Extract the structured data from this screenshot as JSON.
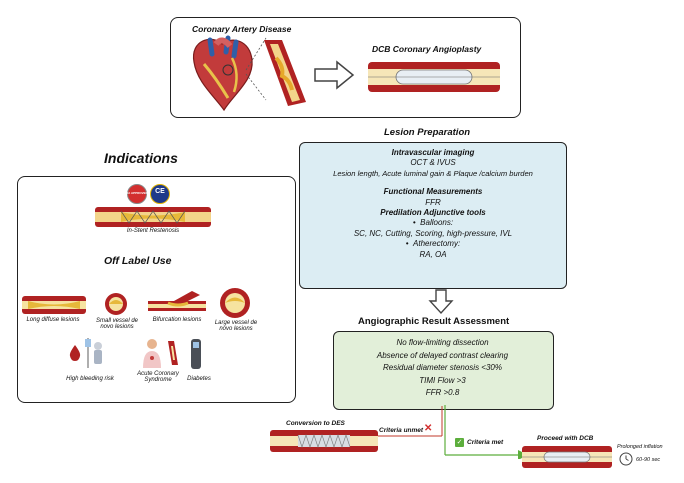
{
  "top": {
    "cad_title": "Coronary Artery Disease",
    "dcb_title": "DCB Coronary Angioplasty"
  },
  "indications": {
    "title": "Indications",
    "badge_left": "FDA APPROVED",
    "badge_right": "CE",
    "isr_label": "In-Stent Restenosis",
    "off_label_title": "Off Label Use",
    "items": [
      "Long diffuse lesions",
      "Small vessel de novo lesions",
      "Bifurcation lesions",
      "Large vessel de novo lesions",
      "High bleeding risk",
      "Acute Coronary Syndrome",
      "Diabetes"
    ]
  },
  "lesion_prep": {
    "title": "Lesion Preparation",
    "imaging_title": "Intravascular imaging",
    "imaging_line1": "OCT & IVUS",
    "imaging_line2": "Lesion length, Acute luminal gain & Plaque /calcium burden",
    "functional_title": "Functional Measurements",
    "functional_line": "FFR",
    "predil_title": "Predilation Adjunctive tools",
    "balloons_label": "Balloons:",
    "balloons_list": "SC, NC, Cutting, Scoring, high-pressure, IVL",
    "atherectomy_label": "Atherectomy:",
    "atherectomy_list": "RA, OA"
  },
  "assessment": {
    "title": "Angiographic Result Assessment",
    "lines": [
      "No flow-limiting dissection",
      "Absence of delayed contrast clearing",
      "Residual diameter stenosis <30%",
      "TIMI Flow >3",
      "FFR >0.8"
    ]
  },
  "outcomes": {
    "des_label": "Conversion to DES",
    "unmet_label": "Criteria unmet",
    "met_label": "Criteria met",
    "dcb_label": "Proceed with DCB",
    "prolonged_label": "Prolonged inflation",
    "time_label": "60-90 sec"
  },
  "colors": {
    "prep_fill": "#dcedf3",
    "assess_fill": "#e2efd9",
    "vessel_red": "#b02222",
    "plaque_yellow": "#e6b83a",
    "arrow_red": "#c0392b",
    "arrow_green": "#5cae3c"
  }
}
